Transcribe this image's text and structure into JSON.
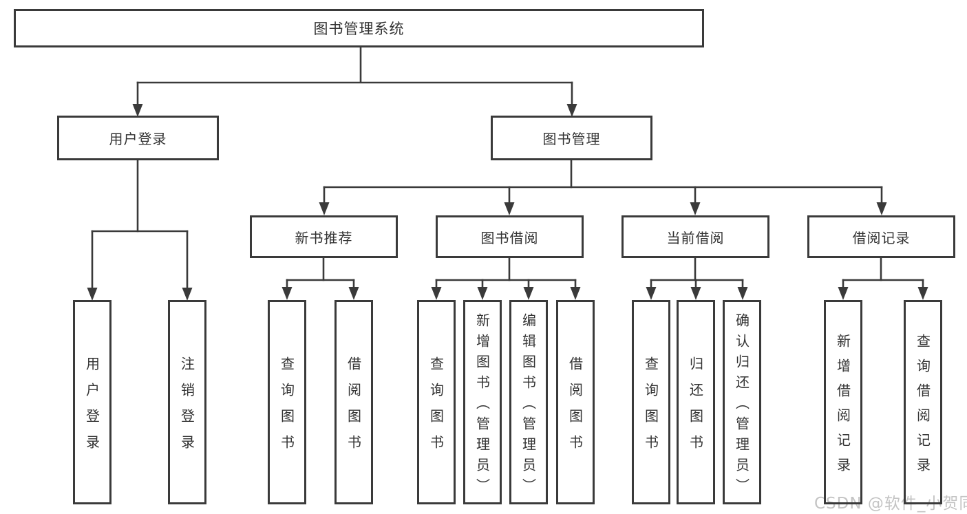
{
  "tree": {
    "root": {
      "label": "图书管理系统"
    },
    "level2": [
      {
        "label": "用户登录"
      },
      {
        "label": "图书管理"
      }
    ],
    "level3": [
      {
        "label": "新书推荐"
      },
      {
        "label": "图书借阅"
      },
      {
        "label": "当前借阅"
      },
      {
        "label": "借阅记录"
      }
    ],
    "leaves": {
      "login": [
        {
          "label": "用户登录"
        },
        {
          "label": "注销登录"
        }
      ],
      "recommend": [
        {
          "label": "查询图书"
        },
        {
          "label": "借阅图书"
        }
      ],
      "borrow": [
        {
          "label": "查询图书"
        },
        {
          "label": "新增图书（管理员）"
        },
        {
          "label": "编辑图书（管理员）"
        },
        {
          "label": "借阅图书"
        }
      ],
      "current": [
        {
          "label": "查询图书"
        },
        {
          "label": "归还图书"
        },
        {
          "label": "确认归还（管理员）"
        }
      ],
      "records": [
        {
          "label": "新增借阅记录"
        },
        {
          "label": "查询借阅记录"
        }
      ]
    }
  },
  "watermark": {
    "text": "CSDN @软件_小贺同学"
  },
  "colors": {
    "line": "#3a3a3a",
    "text": "#333333",
    "watermark": "#c4c4c4"
  }
}
